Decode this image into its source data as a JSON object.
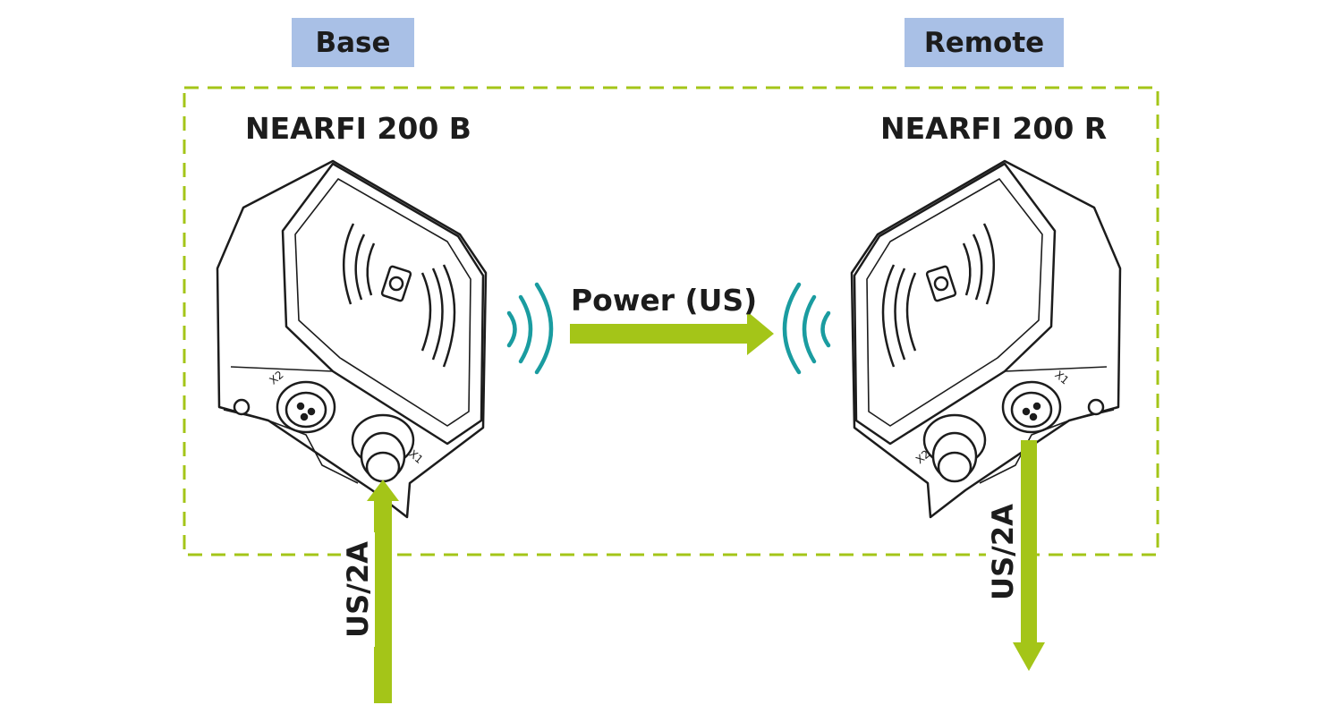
{
  "zones": {
    "base_label": "Base",
    "remote_label": "Remote"
  },
  "devices": {
    "base_title": "NEARFI 200 B",
    "remote_title": "NEARFI 200 R",
    "base_ports": [
      "X2",
      "X1"
    ],
    "remote_ports": [
      "X2",
      "X1"
    ]
  },
  "flows": {
    "wireless_label": "Power (US)",
    "input_label": "US/2A",
    "output_label": "US/2A"
  },
  "colors": {
    "accent_green": "#a4c518",
    "wave_teal": "#1a9ca0",
    "tag_fill": "#a9c0e6",
    "outline": "#1c1c1c"
  }
}
